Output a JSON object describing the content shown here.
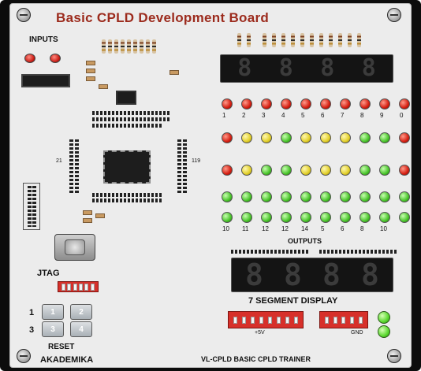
{
  "board": {
    "title": "Basic CPLD Development Board",
    "footer_left": "AKADEMIKA",
    "footer_right": "VL-CPLD BASIC CPLD TRAINER"
  },
  "labels": {
    "inputs": "INPUTS",
    "outputs": "OUTPUTS",
    "jtag": "JTAG",
    "reset": "RESET",
    "seven_segment": "7 SEGMENT DISPLAY",
    "plus5v": "+5V",
    "gnd": "GND",
    "side_21": "21",
    "side_119": "119"
  },
  "seg_top": {
    "digits": [
      "8",
      "8",
      "8",
      "8"
    ]
  },
  "seg_bottom": {
    "digits": [
      "8",
      "8",
      "8",
      "8"
    ]
  },
  "led_rows": [
    {
      "colors": [
        "r",
        "r",
        "r",
        "r",
        "r",
        "r",
        "r",
        "r",
        "r",
        "r"
      ],
      "numbers": [
        "1",
        "2",
        "3",
        "4",
        "5",
        "6",
        "7",
        "8",
        "9",
        "0"
      ]
    },
    {
      "colors": [
        "r",
        "y",
        "y",
        "g",
        "y",
        "y",
        "y",
        "g",
        "g",
        "r"
      ],
      "numbers": []
    },
    {
      "colors": [
        "r",
        "y",
        "g",
        "g",
        "y",
        "y",
        "y",
        "g",
        "g",
        "r"
      ],
      "numbers": []
    },
    {
      "colors": [
        "g",
        "g",
        "g",
        "g",
        "g",
        "g",
        "g",
        "g",
        "g",
        "g"
      ],
      "numbers": []
    },
    {
      "colors": [
        "g",
        "g",
        "g",
        "g",
        "g",
        "g",
        "g",
        "g",
        "g",
        "g"
      ],
      "numbers": [
        "10",
        "11",
        "12",
        "12",
        "14",
        "5",
        "6",
        "8",
        "10"
      ]
    }
  ],
  "keypad": {
    "row_labels": [
      "1",
      "3"
    ],
    "keys": [
      "1",
      "2",
      "3",
      "4"
    ]
  },
  "colors": {
    "title": "#9c2b1d",
    "panel": "#ececec",
    "frame": "#0c0c0c"
  }
}
